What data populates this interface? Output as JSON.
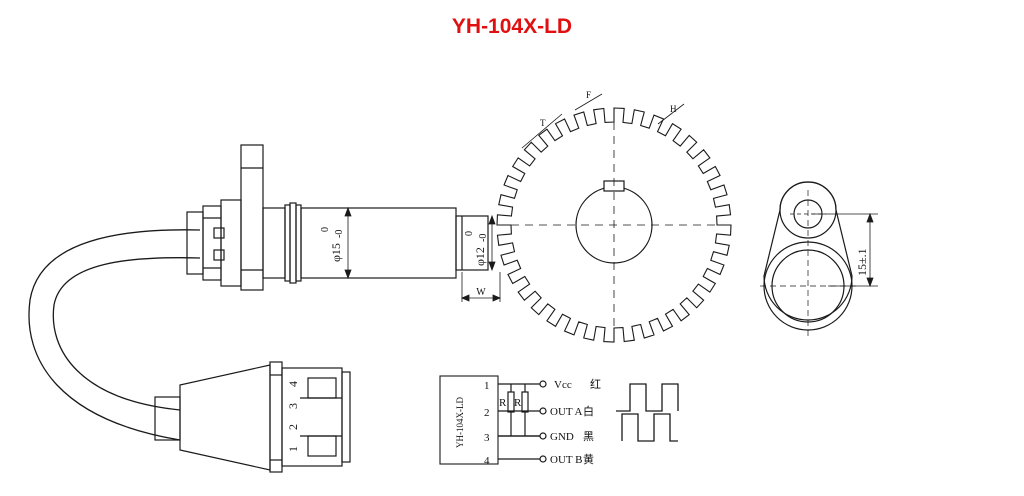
{
  "title": "YH-104X-LD",
  "colors": {
    "title": "#e01010",
    "line": "#1a1a1a",
    "dash": "#333333"
  },
  "sensor": {
    "dim_body": "φ15",
    "dim_body_tol_upper": "0",
    "dim_body_tol_lower": "-0",
    "dim_tip": "φ12",
    "dim_tip_tol_upper": "0",
    "dim_tip_tol_lower": "-0",
    "dim_gap": "W"
  },
  "gear": {
    "label_t": "T",
    "label_f": "F",
    "label_h": "H"
  },
  "end_view": {
    "dim_height": "15±.1"
  },
  "connector": {
    "pins": [
      "1",
      "2",
      "3",
      "4"
    ]
  },
  "schematic": {
    "model": "YH-104X-LD",
    "resistor_label": "R",
    "pins": [
      {
        "num": "1",
        "signal": "Vcc",
        "color": "红"
      },
      {
        "num": "2",
        "signal": "OUT A",
        "color": "白"
      },
      {
        "num": "3",
        "signal": "GND",
        "color": "黑"
      },
      {
        "num": "4",
        "signal": "OUT B",
        "color": "黄"
      }
    ]
  }
}
